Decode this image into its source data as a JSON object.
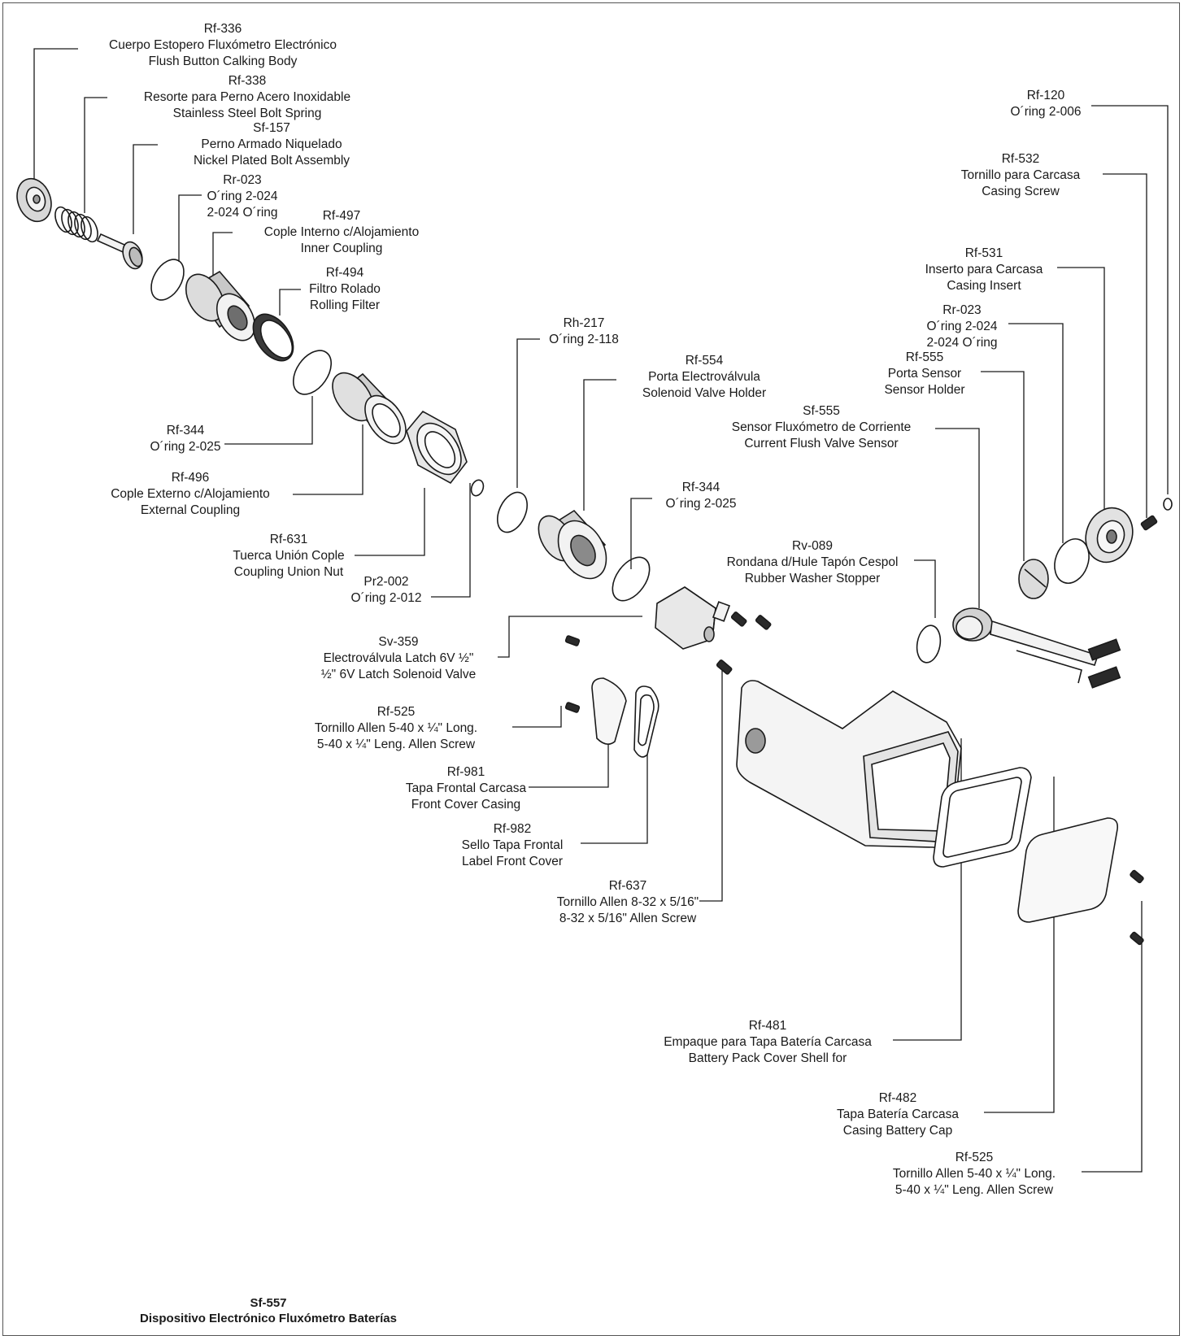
{
  "parts": {
    "rf336": {
      "code": "Rf-336",
      "es": "Cuerpo Estopero Fluxómetro Electrónico",
      "en": "Flush Button Calking Body"
    },
    "rf338": {
      "code": "Rf-338",
      "es": "Resorte para Perno Acero Inoxidable",
      "en": "Stainless Steel Bolt Spring"
    },
    "sf157": {
      "code": "Sf-157",
      "es": "Perno Armado Niquelado",
      "en": "Nickel Plated Bolt Assembly"
    },
    "rr023a": {
      "code": "Rr-023",
      "es": "O´ring 2-024",
      "en": "2-024 O´ring"
    },
    "rf497": {
      "code": "Rf-497",
      "es": "Cople Interno c/Alojamiento",
      "en": "Inner Coupling"
    },
    "rf494": {
      "code": "Rf-494",
      "es": "Filtro Rolado",
      "en": "Rolling Filter"
    },
    "rf344a": {
      "code": "Rf-344",
      "es": "O´ring 2-025"
    },
    "rf496": {
      "code": "Rf-496",
      "es": "Cople Externo c/Alojamiento",
      "en": "External Coupling"
    },
    "rf631": {
      "code": "Rf-631",
      "es": "Tuerca Unión Cople",
      "en": "Coupling Union Nut"
    },
    "pr2002": {
      "code": "Pr2-002",
      "es": "O´ring 2-012"
    },
    "rh217": {
      "code": "Rh-217",
      "es": "O´ring 2-118"
    },
    "rf554": {
      "code": "Rf-554",
      "es": "Porta Electroválvula",
      "en": "Solenoid Valve Holder"
    },
    "rf344b": {
      "code": "Rf-344",
      "es": "O´ring 2-025"
    },
    "sv359": {
      "code": "Sv-359",
      "es": "Electroválvula Latch 6V ½\"",
      "en": "½\" 6V Latch Solenoid Valve"
    },
    "rf525a": {
      "code": "Rf-525",
      "es": "Tornillo Allen 5-40 x ¼\" Long.",
      "en": "5-40 x ¼\" Leng. Allen Screw"
    },
    "rf981": {
      "code": "Rf-981",
      "es": "Tapa Frontal Carcasa",
      "en": "Front Cover Casing"
    },
    "rf982": {
      "code": "Rf-982",
      "es": "Sello Tapa Frontal",
      "en": "Label Front Cover"
    },
    "rf637": {
      "code": "Rf-637",
      "es": "Tornillo Allen 8-32 x 5/16\"",
      "en": "8-32 x 5/16\" Allen Screw"
    },
    "rf120": {
      "code": "Rf-120",
      "es": "O´ring 2-006"
    },
    "rf532": {
      "code": "Rf-532",
      "es": "Tornillo para Carcasa",
      "en": "Casing Screw"
    },
    "rf531": {
      "code": "Rf-531",
      "es": "Inserto para Carcasa",
      "en": "Casing Insert"
    },
    "rr023b": {
      "code": "Rr-023",
      "es": "O´ring 2-024",
      "en": "2-024 O´ring"
    },
    "rf555": {
      "code": "Rf-555",
      "es": "Porta Sensor",
      "en": "Sensor Holder"
    },
    "sf555": {
      "code": "Sf-555",
      "es": "Sensor Fluxómetro de Corriente",
      "en": "Current Flush Valve Sensor"
    },
    "rv089": {
      "code": "Rv-089",
      "es": "Rondana d/Hule Tapón Cespol",
      "en": "Rubber Washer Stopper"
    },
    "rf481": {
      "code": "Rf-481",
      "es": "Empaque para Tapa Batería Carcasa",
      "en": "Battery Pack Cover Shell for"
    },
    "rf482": {
      "code": "Rf-482",
      "es": "Tapa Batería Carcasa",
      "en": "Casing Battery Cap"
    },
    "rf525b": {
      "code": "Rf-525",
      "es": "Tornillo Allen 5-40 x ¼\" Long.",
      "en": "5-40 x ¼\" Leng. Allen Screw"
    }
  },
  "title_block": {
    "code": "Sf-557",
    "name": "Dispositivo Electrónico Fluxómetro Baterías"
  },
  "colors": {
    "line": "#1a1a1a",
    "part_fill": "#f2f2f2",
    "part_shade": "#9a9a9a"
  }
}
